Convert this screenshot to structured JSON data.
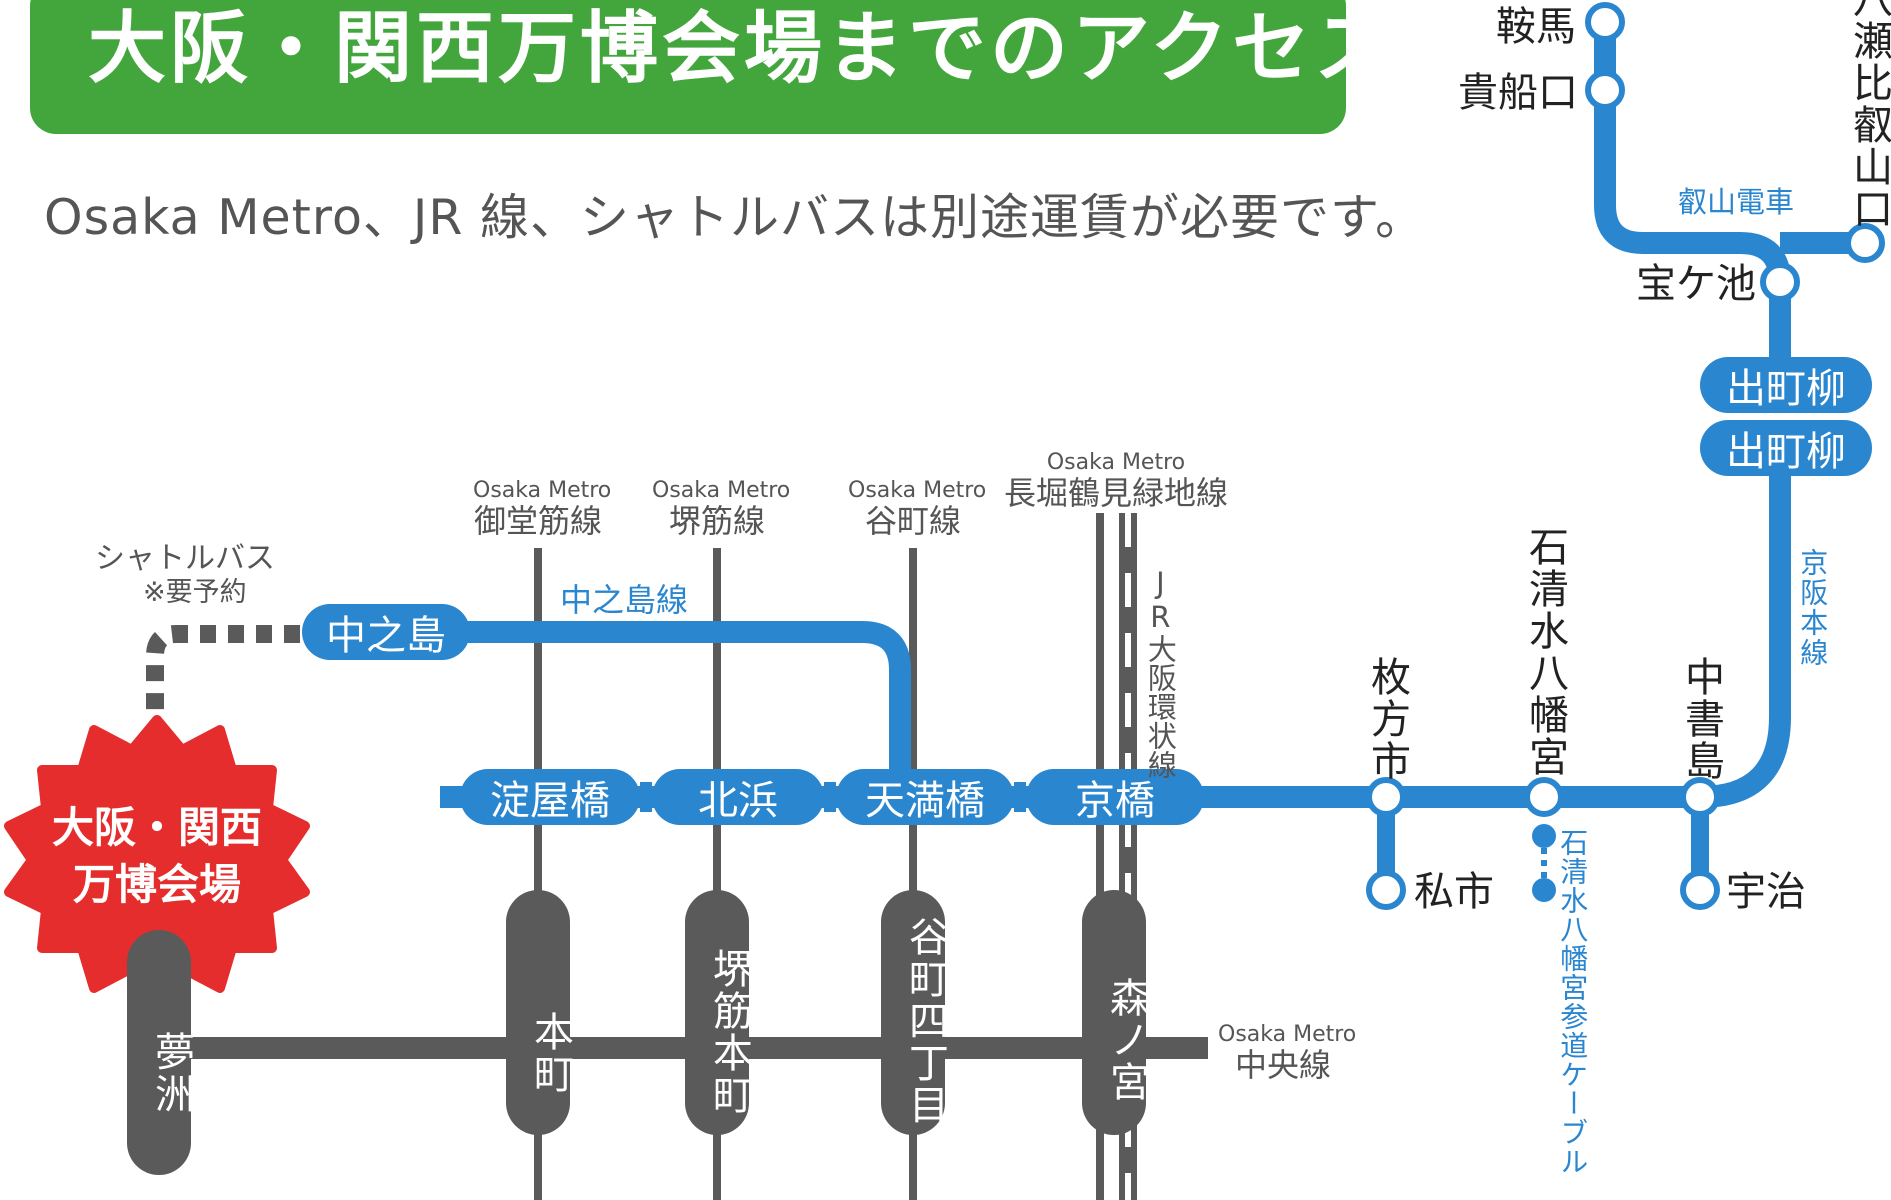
{
  "header": {
    "title": "大阪・関西万博会場までのアクセス",
    "note": "Osaka Metro、JR 線、シャトルバスは別途運賃が必要です。"
  },
  "colors": {
    "green": "#43a63d",
    "blue": "#2b86d0",
    "gray": "#5a5a5a",
    "red": "#e52d2d"
  },
  "venue": {
    "line1": "大阪・関西",
    "line2": "万博会場"
  },
  "shuttle": {
    "name": "シャトルバス",
    "note": "※要予約"
  },
  "lines": {
    "nakanoshima": "中之島線",
    "eizan": "叡山電車",
    "keihan_main": "京阪本線",
    "jr_loop": "JR大阪環状線",
    "cable": "石清水八幡宮参道ケーブル",
    "midosuji": {
      "operator": "Osaka Metro",
      "name": "御堂筋線"
    },
    "sakaisuji": {
      "operator": "Osaka Metro",
      "name": "堺筋線"
    },
    "tanimachi": {
      "operator": "Osaka Metro",
      "name": "谷町線"
    },
    "nagahori": {
      "operator": "Osaka Metro",
      "name": "長堀鶴見緑地線"
    },
    "chuo": {
      "operator": "Osaka Metro",
      "name": "中央線"
    }
  },
  "stations": {
    "nakanoshima": "中之島",
    "yodoyabashi": "淀屋橋",
    "kitahama": "北浜",
    "tenmabashi": "天満橋",
    "kyobashi": "京橋",
    "hirakatashi": "枚方市",
    "iwashimizu": "石清水八幡宮",
    "chushojima": "中書島",
    "kisaichi": "私市",
    "uji": "宇治",
    "demachiyanagi_eizan": "出町柳",
    "demachiyanagi_keihan": "出町柳",
    "takaragaike": "宝ケ池",
    "kibuneguchi": "貴船口",
    "kurama": "鞍馬",
    "yase": "八瀬比叡山口",
    "yumeshima": "夢洲",
    "honmachi": "本町",
    "sakaisuji_honmachi": "堺筋本町",
    "tanimachi4": "谷町四丁目",
    "morinomiya": "森ノ宮"
  }
}
